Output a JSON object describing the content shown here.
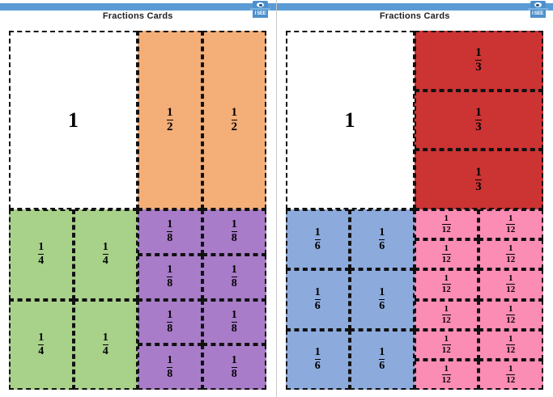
{
  "page": {
    "title": "Fractions Cards",
    "background": "#ffffff"
  },
  "logo": {
    "name": "i-see-logo",
    "text": "I SEE",
    "band_color": "#5b9bd5"
  },
  "colors": {
    "header_band": "#5b9bd5",
    "whole": "#ffffff",
    "half": "#f4ae78",
    "third": "#cc3333",
    "quarter": "#a8d18a",
    "sixth": "#8caadc",
    "eighth": "#a87cc8",
    "twelfth": "#fb8cb4",
    "border": "#111111",
    "divider": "#c9c9c9"
  },
  "cards": [
    {
      "id": "card-left",
      "title": "Fractions Cards",
      "whole_label": "1",
      "rows": [
        {
          "id": "row-top-left",
          "whole": "1",
          "strips": [
            {
              "id": "halves",
              "fraction": "1/2",
              "numerator": "1",
              "denominator": "2",
              "color": "#f4ae78",
              "columns": 2,
              "rows_per_column": 1,
              "cells": [
                "1/2",
                "1/2"
              ]
            }
          ]
        },
        {
          "id": "row-bottom-left",
          "strips": [
            {
              "id": "quarters",
              "fraction": "1/4",
              "numerator": "1",
              "denominator": "4",
              "color": "#a8d18a",
              "columns": 2,
              "rows_per_column": 2,
              "cells": [
                "1/4",
                "1/4",
                "1/4",
                "1/4"
              ]
            },
            {
              "id": "eighths",
              "fraction": "1/8",
              "numerator": "1",
              "denominator": "8",
              "color": "#a87cc8",
              "columns": 2,
              "rows_per_column": 4,
              "cells": [
                "1/8",
                "1/8",
                "1/8",
                "1/8",
                "1/8",
                "1/8",
                "1/8",
                "1/8"
              ]
            }
          ]
        }
      ]
    },
    {
      "id": "card-right",
      "title": "Fractions Cards",
      "whole_label": "1",
      "rows": [
        {
          "id": "row-top-right",
          "whole": "1",
          "strips": [
            {
              "id": "thirds",
              "fraction": "1/3",
              "numerator": "1",
              "denominator": "3",
              "color": "#cc3333",
              "columns": 1,
              "rows_per_column": 3,
              "cells": [
                "1/3",
                "1/3",
                "1/3"
              ]
            }
          ]
        },
        {
          "id": "row-bottom-right",
          "strips": [
            {
              "id": "sixths",
              "fraction": "1/6",
              "numerator": "1",
              "denominator": "6",
              "color": "#8caadc",
              "columns": 2,
              "rows_per_column": 3,
              "cells": [
                "1/6",
                "1/6",
                "1/6",
                "1/6",
                "1/6",
                "1/6"
              ]
            },
            {
              "id": "twelfths",
              "fraction": "1/12",
              "numerator": "1",
              "denominator": "12",
              "color": "#fb8cb4",
              "columns": 2,
              "rows_per_column": 6,
              "cells": [
                "1/12",
                "1/12",
                "1/12",
                "1/12",
                "1/12",
                "1/12",
                "1/12",
                "1/12",
                "1/12",
                "1/12",
                "1/12",
                "1/12"
              ]
            }
          ]
        }
      ]
    }
  ]
}
